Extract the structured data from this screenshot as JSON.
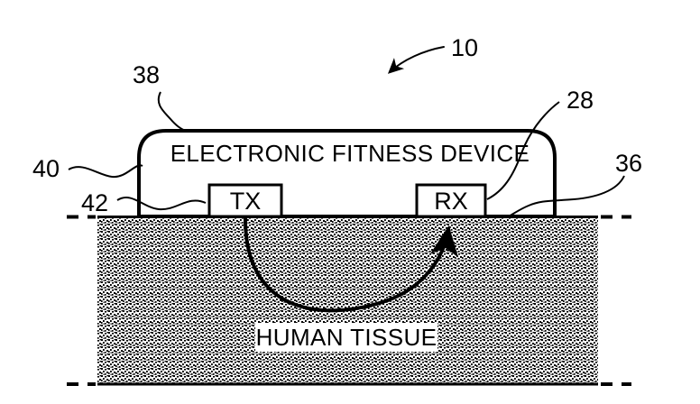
{
  "figure": {
    "kind": "patent-diagram",
    "background_color": "#ffffff",
    "ink_color": "#000000",
    "device": {
      "label": "ELECTRONIC FITNESS DEVICE",
      "reference_numeral": "28",
      "modules": [
        {
          "label": "TX",
          "name": "transmitter-module"
        },
        {
          "label": "RX",
          "name": "receiver-module"
        }
      ]
    },
    "tissue": {
      "label": "HUMAN TISSUE",
      "fill_description": "stipple-hatch",
      "fill_color": "#808080"
    },
    "callouts": [
      {
        "id": "10",
        "label": "10",
        "name": "system-callout"
      },
      {
        "id": "38",
        "label": "38",
        "name": "device-housing-callout"
      },
      {
        "id": "40",
        "label": "40",
        "name": "device-left-edge-callout"
      },
      {
        "id": "42",
        "label": "42",
        "name": "device-bottom-callout"
      },
      {
        "id": "28",
        "label": "28",
        "name": "device-body-callout"
      },
      {
        "id": "36",
        "label": "36",
        "name": "skin-surface-callout"
      }
    ],
    "signal_path": {
      "name": "signal-arc",
      "from": "TX",
      "to": "RX",
      "direction": "tx-to-rx"
    }
  }
}
